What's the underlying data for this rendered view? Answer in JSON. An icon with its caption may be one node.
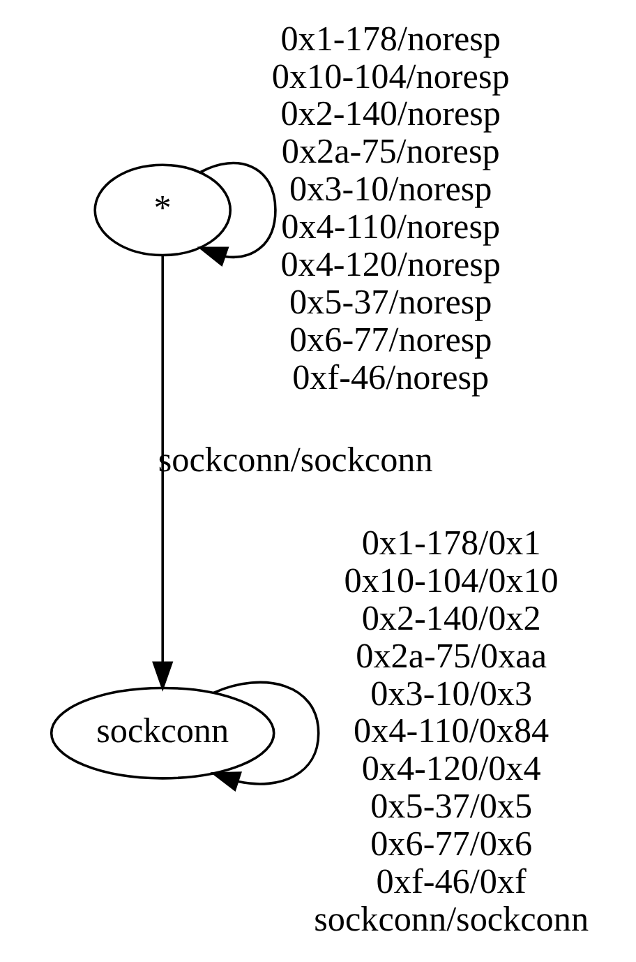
{
  "diagram": {
    "nodes": [
      {
        "text": [
          "*"
        ]
      },
      {
        "text": [
          "sockconn"
        ]
      }
    ],
    "edges": [
      {
        "from": 0,
        "to": 0,
        "arrow": "to",
        "label": "0x1-178/noresp 0x10-104/noresp 0x2-140/noresp 0x2a-75/noresp 0x3-10/noresp 0x4-110/noresp 0x4-120/noresp 0x5-37/noresp 0x6-77/noresp 0xf-46/noresp"
      },
      {
        "from": 0,
        "to": 1,
        "arrow": "to",
        "label": "sockconn/sockconn"
      },
      {
        "from": 1,
        "to": 1,
        "arrow": "to",
        "label": "0x1-178/0x1 0x10-104/0x10 0x2-140/0x2 0x2a-75/0xaa 0x3-10/0x3 0x4-110/0x84 0x4-120/0x4 0x5-37/0x5 0x6-77/0x6 0xf-46/0xf sockconn/sockconn"
      }
    ]
  }
}
